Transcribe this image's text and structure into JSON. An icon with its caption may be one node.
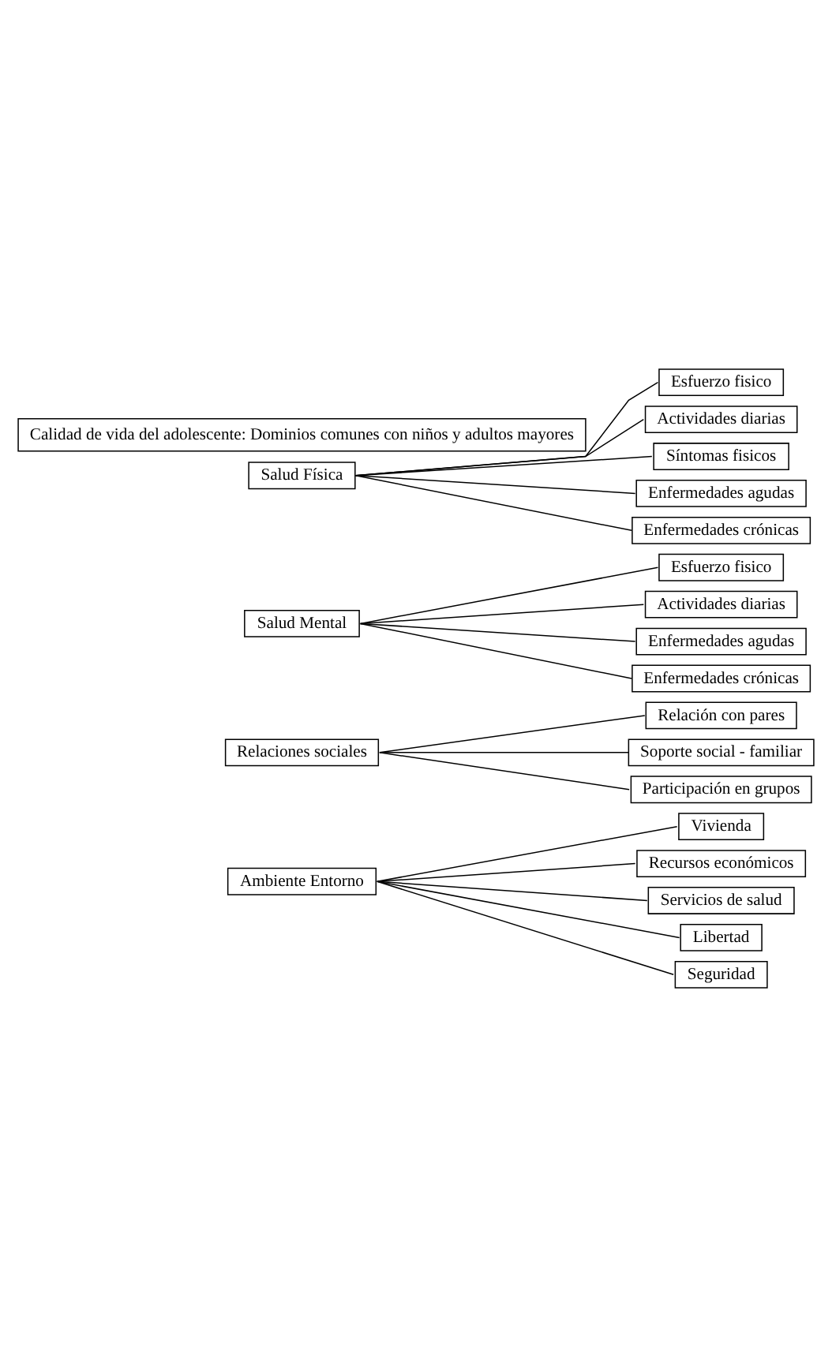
{
  "diagram": {
    "nodes": [
      {
        "text": [
          "Calidad de vida del adolescente: Dominios comunes con niños y adultos mayores"
        ]
      },
      {
        "text": [
          "Salud Física"
        ]
      },
      {
        "text": [
          "Esfuerzo fisico"
        ]
      },
      {
        "text": [
          "Actividades diarias"
        ]
      },
      {
        "text": [
          "Síntomas fisicos"
        ]
      },
      {
        "text": [
          "Enfermedades agudas"
        ]
      },
      {
        "text": [
          "Enfermedades crónicas"
        ]
      },
      {
        "text": [
          "Salud Mental"
        ]
      },
      {
        "text": [
          "Esfuerzo fisico"
        ]
      },
      {
        "text": [
          "Actividades diarias"
        ]
      },
      {
        "text": [
          "Enfermedades agudas"
        ]
      },
      {
        "text": [
          "Enfermedades crónicas"
        ]
      },
      {
        "text": [
          "Relaciones sociales"
        ]
      },
      {
        "text": [
          "Relación con pares"
        ]
      },
      {
        "text": [
          "Soporte social - familiar"
        ]
      },
      {
        "text": [
          "Participación en grupos"
        ]
      },
      {
        "text": [
          "Ambiente Entorno"
        ]
      },
      {
        "text": [
          "Vivienda"
        ]
      },
      {
        "text": [
          "Recursos económicos"
        ]
      },
      {
        "text": [
          "Servicios de salud"
        ]
      },
      {
        "text": [
          "Libertad"
        ]
      },
      {
        "text": [
          "Seguridad"
        ]
      }
    ],
    "edges": [
      {
        "from": 1,
        "to": 2,
        "arrow": "none"
      },
      {
        "from": 1,
        "to": 3,
        "arrow": "none"
      },
      {
        "from": 1,
        "to": 4,
        "arrow": "none"
      },
      {
        "from": 1,
        "to": 5,
        "arrow": "none"
      },
      {
        "from": 1,
        "to": 6,
        "arrow": "none"
      },
      {
        "from": 7,
        "to": 8,
        "arrow": "none"
      },
      {
        "from": 7,
        "to": 9,
        "arrow": "none"
      },
      {
        "from": 7,
        "to": 10,
        "arrow": "none"
      },
      {
        "from": 7,
        "to": 11,
        "arrow": "none"
      },
      {
        "from": 12,
        "to": 13,
        "arrow": "none"
      },
      {
        "from": 12,
        "to": 14,
        "arrow": "none"
      },
      {
        "from": 12,
        "to": 15,
        "arrow": "none"
      },
      {
        "from": 16,
        "to": 17,
        "arrow": "none"
      },
      {
        "from": 16,
        "to": 18,
        "arrow": "none"
      },
      {
        "from": 16,
        "to": 19,
        "arrow": "none"
      },
      {
        "from": 16,
        "to": 20,
        "arrow": "none"
      },
      {
        "from": 16,
        "to": 21,
        "arrow": "none"
      }
    ]
  }
}
